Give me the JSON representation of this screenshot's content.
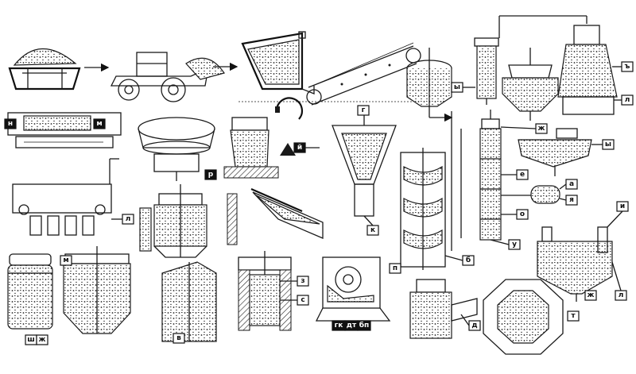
{
  "diagram": {
    "labels": {
      "n_left": "н",
      "m_top": "м",
      "r": "р",
      "y_short": "й",
      "g": "г",
      "l_mid": "л",
      "k": "к",
      "p": "п",
      "b": "б",
      "gk": "гк",
      "dt": "дт",
      "bp": "бп",
      "z": "з",
      "s": "с",
      "v": "в",
      "d": "д",
      "t": "т",
      "sh": "ш",
      "zh_left": "ж",
      "m_side": "м",
      "yy_top": "ы",
      "hard": "ъ",
      "l_top": "л",
      "zh_mid": "ж",
      "yy_mid": "ы",
      "e": "е",
      "a": "а",
      "ya": "я",
      "o": "о",
      "u": "у",
      "i": "и",
      "zh_right": "ж",
      "l_right": "л"
    }
  }
}
